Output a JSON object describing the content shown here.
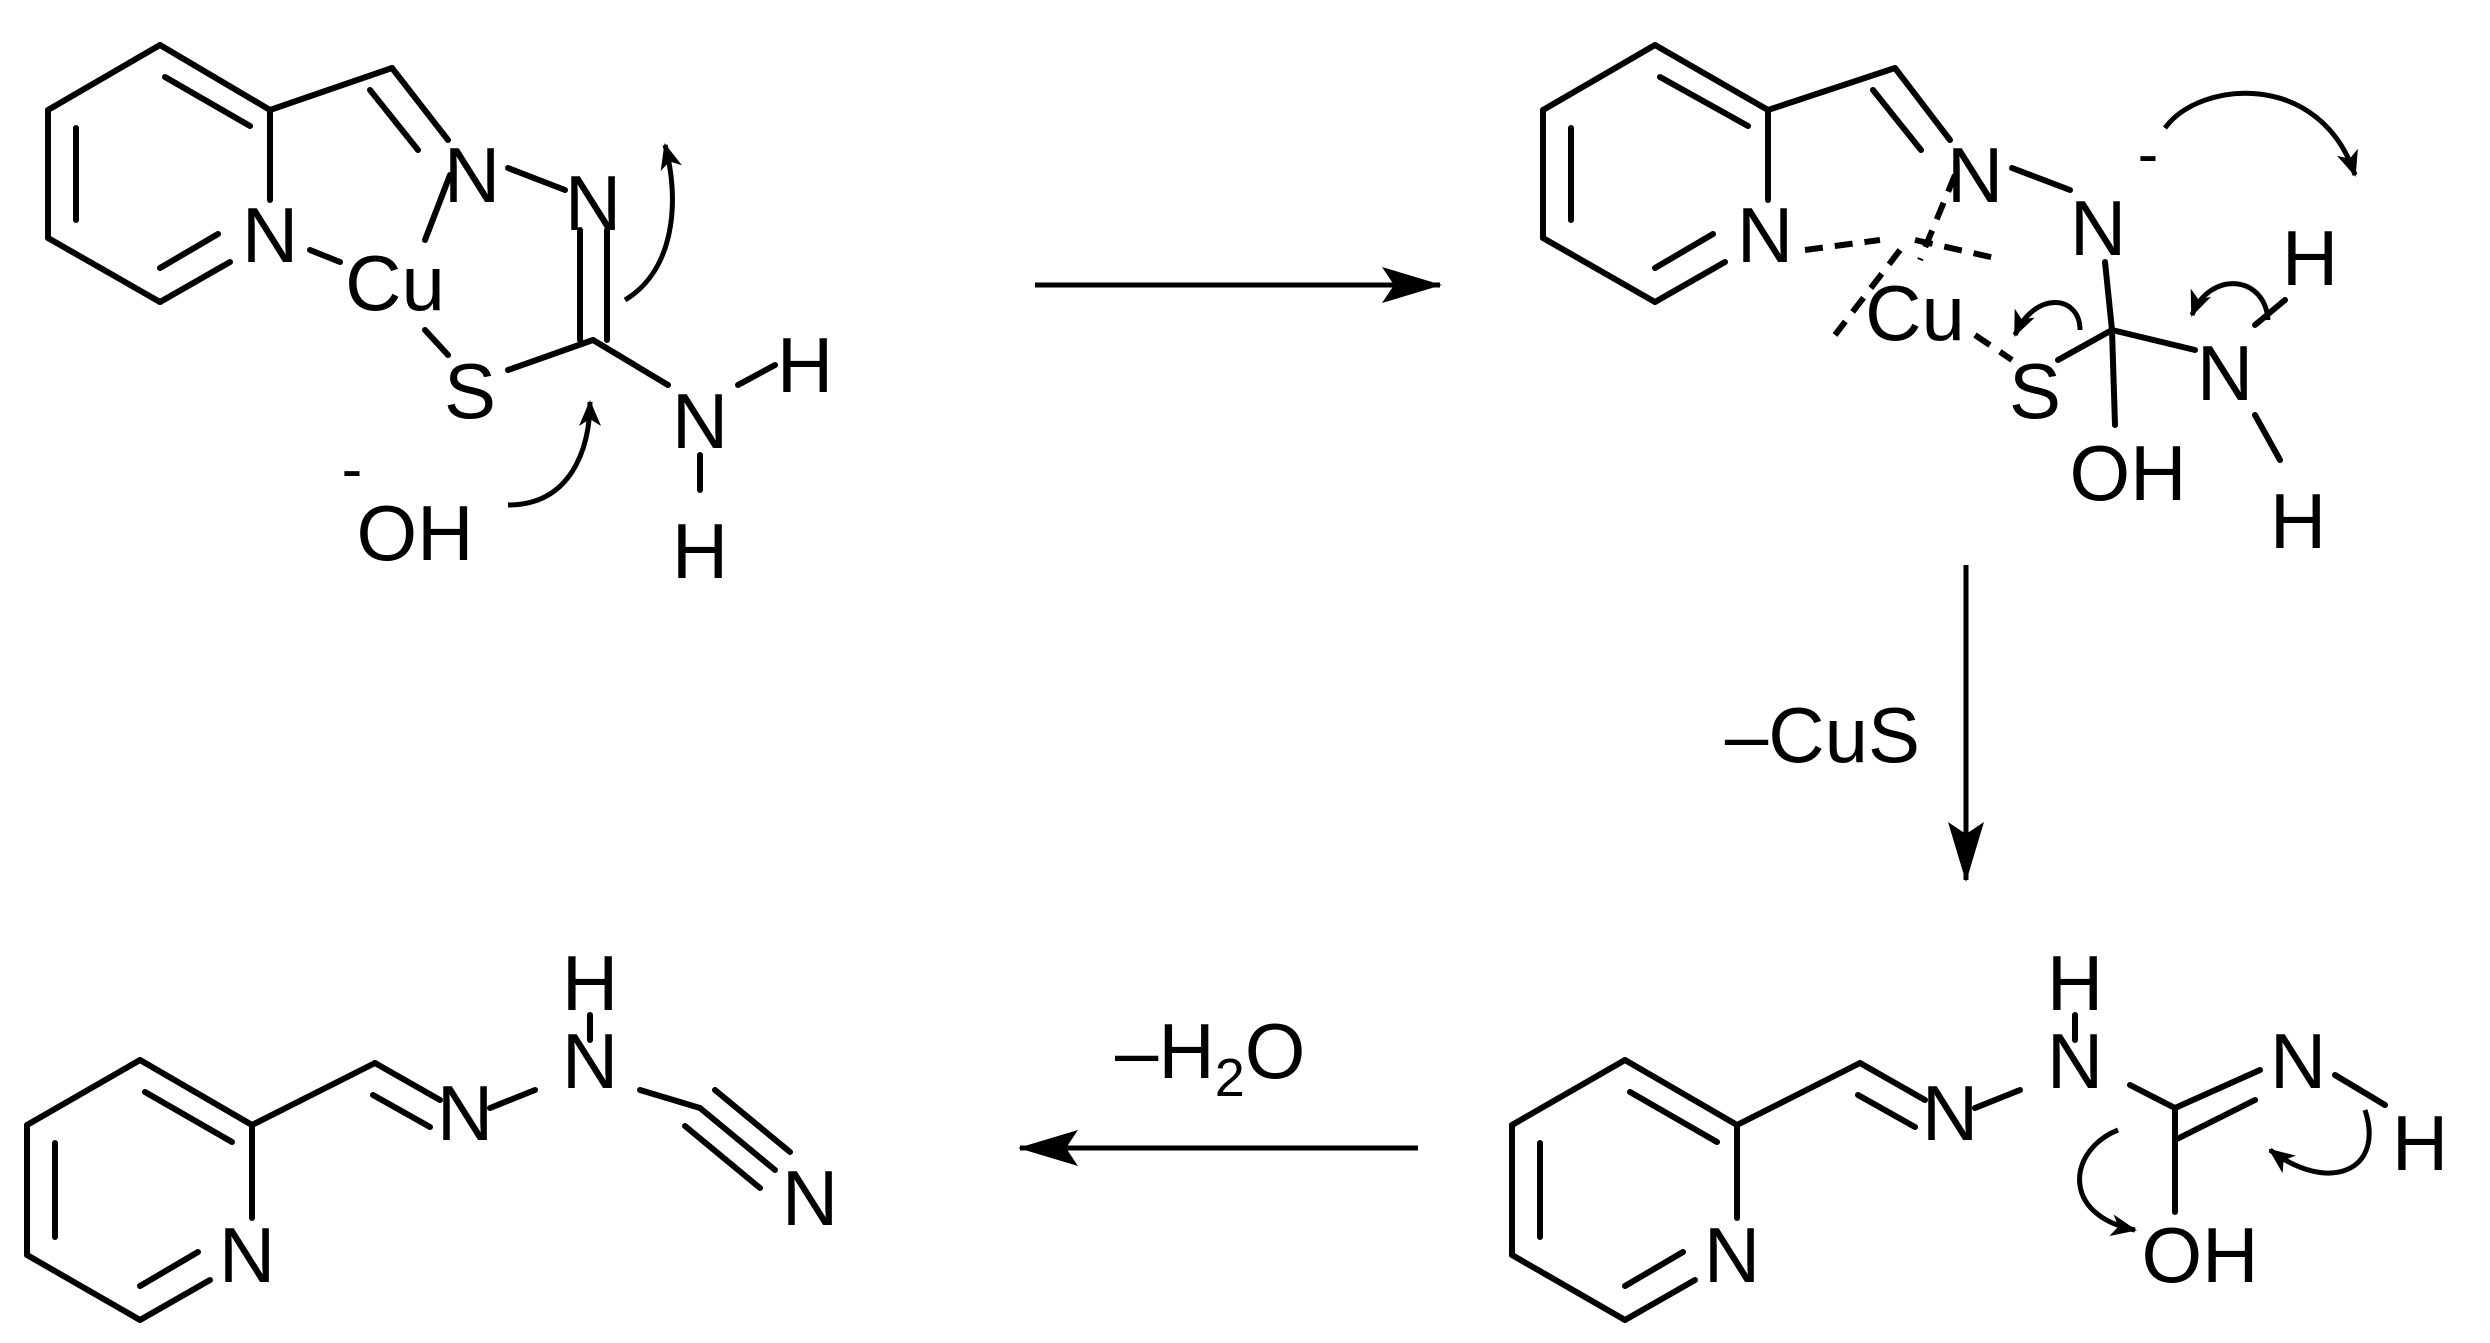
{
  "scheme": {
    "steps": [
      {
        "from": "complex-1",
        "to": "intermediate-2",
        "condition": ""
      },
      {
        "from": "intermediate-2",
        "to": "intermediate-3",
        "condition": "–CuS"
      },
      {
        "from": "intermediate-3",
        "to": "product-4",
        "condition": "–H2O"
      }
    ],
    "conditions": {
      "cus_loss": "–CuS",
      "water_loss_prefix": "–H",
      "water_loss_sub": "2",
      "water_loss_suffix": "O"
    },
    "atoms": {
      "N": "N",
      "Cu": "Cu",
      "S": "S",
      "H": "H",
      "OH": "OH",
      "hydroxide": "OH",
      "minus": "-"
    }
  }
}
